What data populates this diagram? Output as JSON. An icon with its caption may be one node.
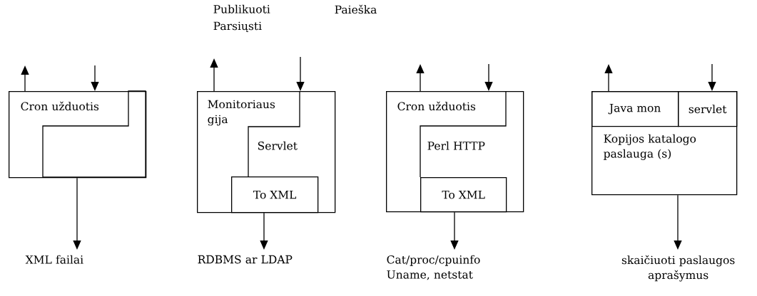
{
  "diagram": {
    "nodes": [
      {
        "text": [],
        "shape": "box"
      },
      {
        "text": [
          "Cron užduotis"
        ],
        "in": 0
      },
      {
        "text": [],
        "shape": "box",
        "in": 0
      },
      {
        "text": [
          "XML failai"
        ]
      },
      {
        "text": [],
        "shape": "box"
      },
      {
        "text": [
          "Monitoriaus gija"
        ],
        "in": 4
      },
      {
        "text": [
          "Servlet"
        ],
        "in": 4
      },
      {
        "text": [
          "To XML"
        ],
        "in": 4
      },
      {
        "text": [
          "RDBMS ar LDAP"
        ]
      },
      {
        "text": [],
        "shape": "box"
      },
      {
        "text": [
          "Cron užduotis"
        ],
        "in": 9
      },
      {
        "text": [
          "Perl HTTP"
        ],
        "in": 9
      },
      {
        "text": [
          "To XML"
        ],
        "in": 9
      },
      {
        "text": [
          "Cat/proc/cpuinfo Uname, netstat"
        ]
      },
      {
        "text": [],
        "shape": "box"
      },
      {
        "text": [
          "Java mon"
        ],
        "in": 14
      },
      {
        "text": [
          "servlet"
        ],
        "in": 14
      },
      {
        "text": [
          "Kopijos katalogo paslauga (s)"
        ],
        "in": 14
      },
      {
        "text": [
          "skaičiuoti paslaugos aprašymus"
        ]
      }
    ],
    "edges": [
      {
        "from": 0,
        "to": null,
        "arrow": "to"
      },
      {
        "from": null,
        "to": 0,
        "arrow": "to"
      },
      {
        "from": 2,
        "to": 3,
        "arrow": "to"
      },
      {
        "from": 4,
        "to": null,
        "arrow": "to"
      },
      {
        "from": null,
        "to": 4,
        "arrow": "to"
      },
      {
        "from": 7,
        "to": 8,
        "arrow": "to"
      },
      {
        "from": 9,
        "to": null,
        "arrow": "to"
      },
      {
        "from": null,
        "to": 9,
        "arrow": "to"
      },
      {
        "from": 12,
        "to": 13,
        "arrow": "to"
      },
      {
        "from": 15,
        "to": null,
        "arrow": "to"
      },
      {
        "from": null,
        "to": 16,
        "arrow": "to"
      },
      {
        "from": 14,
        "to": 18,
        "arrow": "to"
      }
    ],
    "labels": [
      "Publikuoti",
      "Paieška",
      "Parsiųsti"
    ]
  }
}
